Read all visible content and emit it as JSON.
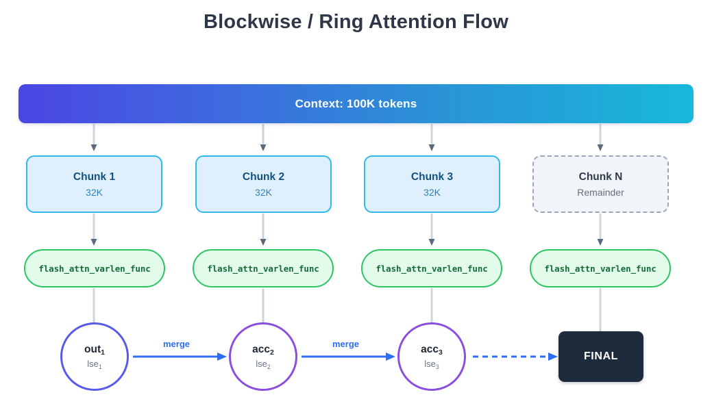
{
  "title": "Blockwise / Ring Attention Flow",
  "banner": {
    "label": "Context: 100K tokens",
    "gradient_from": "#4b46e3",
    "gradient_to": "#18b8da"
  },
  "chunks": [
    {
      "title": "Chunk 1",
      "sub": "32K",
      "style": "solid"
    },
    {
      "title": "Chunk 2",
      "sub": "32K",
      "style": "solid"
    },
    {
      "title": "Chunk 3",
      "sub": "32K",
      "style": "solid"
    },
    {
      "title": "Chunk N",
      "sub": "Remainder",
      "style": "dashed"
    }
  ],
  "functions": [
    {
      "label": "flash_attn_varlen_func"
    },
    {
      "label": "flash_attn_varlen_func"
    },
    {
      "label": "flash_attn_varlen_func"
    },
    {
      "label": "flash_attn_varlen_func"
    }
  ],
  "accumulators": [
    {
      "main": "out",
      "main_sub": "1",
      "lse": "lse",
      "lse_sub": "1",
      "border_color": "#5a5ae8"
    },
    {
      "main": "acc",
      "main_sub": "2",
      "lse": "lse",
      "lse_sub": "2",
      "border_color": "#8b4fe0"
    },
    {
      "main": "acc",
      "main_sub": "3",
      "lse": "lse",
      "lse_sub": "3",
      "border_color": "#8b4fe0"
    }
  ],
  "merge_labels": [
    "merge",
    "merge"
  ],
  "final": {
    "label": "FINAL",
    "bg": "#1d2b3d"
  },
  "colors": {
    "chunk_border": "#2eb8ee",
    "chunk_fill": "#dff0fc",
    "func_border": "#2dc563",
    "func_fill": "#e3fbea",
    "connector_line": "#ccd5de",
    "connector_arrow": "#5a6b7f",
    "merge_arrow": "#2f6df6",
    "title_color": "#2d3748"
  }
}
